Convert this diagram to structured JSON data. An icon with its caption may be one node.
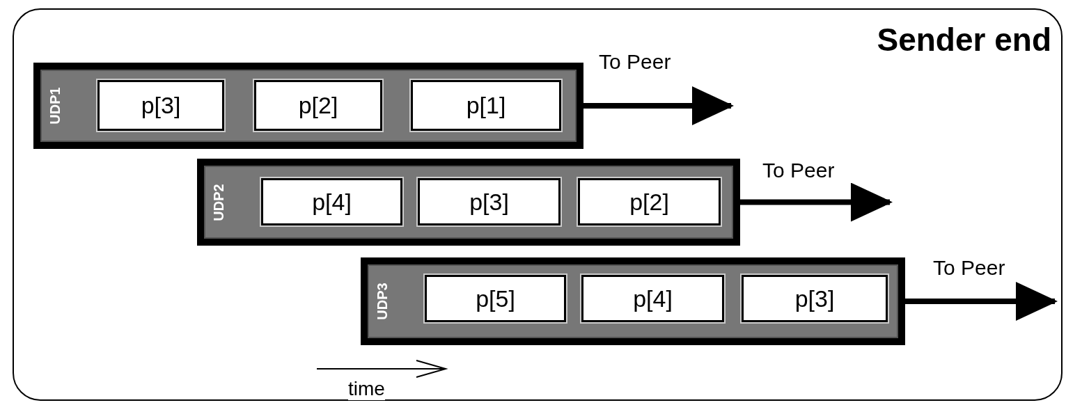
{
  "diagram": {
    "nodes": [
      {
        "text": [
          "Sender end"
        ]
      },
      {
        "text": [
          "UDP1"
        ],
        "in": 0
      },
      {
        "text": [
          "p[3]"
        ],
        "in": 1
      },
      {
        "text": [
          "p[2]"
        ],
        "in": 1
      },
      {
        "text": [
          "p[1]"
        ],
        "in": 1
      },
      {
        "text": [
          "UDP2"
        ],
        "in": 0
      },
      {
        "text": [
          "p[4]"
        ],
        "in": 5
      },
      {
        "text": [
          "p[3]"
        ],
        "in": 5
      },
      {
        "text": [
          "p[2]"
        ],
        "in": 5
      },
      {
        "text": [
          "UDP3"
        ],
        "in": 0
      },
      {
        "text": [
          "p[5]"
        ],
        "in": 9
      },
      {
        "text": [
          "p[4]"
        ],
        "in": 9
      },
      {
        "text": [
          "p[3]"
        ],
        "in": 9
      }
    ],
    "edges": [
      {
        "from": 1,
        "to": null,
        "arrow": "to",
        "label": "To Peer"
      },
      {
        "from": 5,
        "to": null,
        "arrow": "to",
        "label": "To Peer"
      },
      {
        "from": 9,
        "to": null,
        "arrow": "to",
        "label": "To Peer"
      }
    ],
    "labels": [
      "time"
    ]
  }
}
